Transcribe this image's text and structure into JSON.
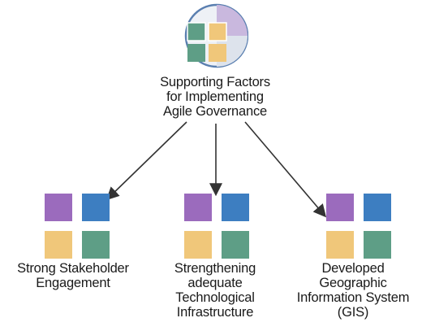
{
  "root": {
    "label_lines": [
      "Supporting Factors",
      "for Implementing",
      "Agile Governance"
    ]
  },
  "children": [
    {
      "label_lines": [
        "Strong Stakeholder",
        "Engagement"
      ]
    },
    {
      "label_lines": [
        "Strengthening",
        "adequate",
        "Technological",
        "Infrastructure"
      ]
    },
    {
      "label_lines": [
        "Developed",
        "Geographic",
        "Information System",
        "(GIS)"
      ]
    }
  ],
  "colors": {
    "purple": "#9b6bbd",
    "blue": "#3d7ec1",
    "yellow": "#f0c77a",
    "green": "#5e9e86",
    "root_circle_border": "#5a7fb0",
    "arrow": "#333333"
  }
}
